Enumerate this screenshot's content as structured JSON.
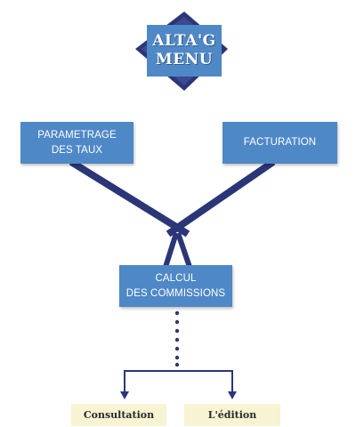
{
  "logo": {
    "line1": "ALTA'G",
    "line2": "MENU"
  },
  "nodes": {
    "parametrage": "PARAMETRAGE\nDES TAUX",
    "facturation": "FACTURATION",
    "calcul": "CALCUL\nDES COMMISSIONS"
  },
  "actions": {
    "consultation": "Consultation",
    "edition": "L'édition"
  },
  "colors": {
    "box": "#4f88c6",
    "line": "#2b3677",
    "action_bg": "#f7f3d3",
    "diamond": "#2b3677"
  }
}
